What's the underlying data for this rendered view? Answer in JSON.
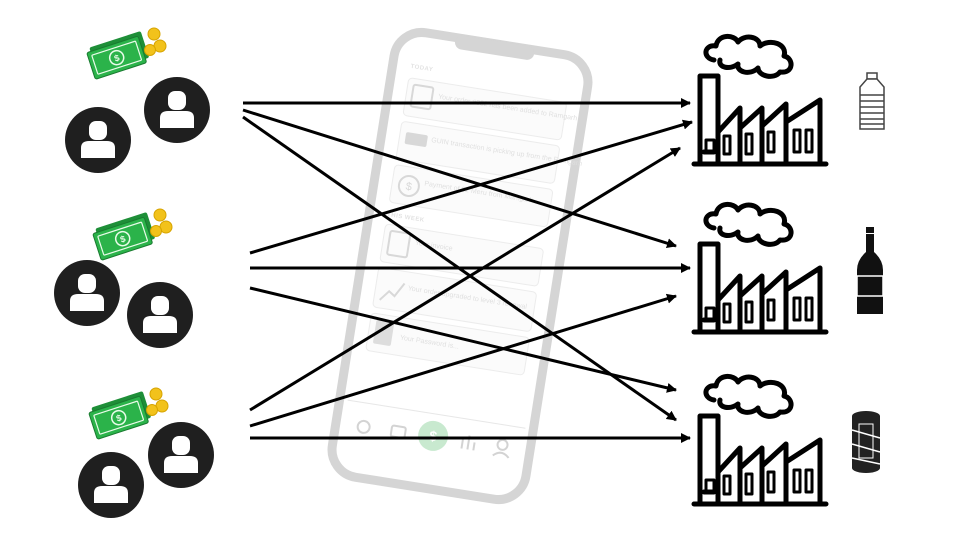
{
  "diagram": {
    "consumer_groups": [
      {
        "id": "group-1",
        "icon": "money-icon"
      },
      {
        "id": "group-2",
        "icon": "money-icon"
      },
      {
        "id": "group-3",
        "icon": "money-icon"
      }
    ],
    "factories": [
      {
        "id": "factory-1",
        "product_icon": "plastic-bottle-icon"
      },
      {
        "id": "factory-2",
        "product_icon": "glass-bottle-icon"
      },
      {
        "id": "factory-3",
        "product_icon": "can-icon"
      }
    ],
    "connections": "every consumer group connects to every factory",
    "background_phone": {
      "section_labels": [
        "TODAY",
        "THIS WEEK"
      ],
      "notifications": [
        "Your order #332 has been added to Ramgarh",
        "GUIN transaction is picking up from the Ramgarh",
        "Payment of $2 Meru from Manigarh",
        "Your invoice",
        "Your order upgraded to level 3 renewal",
        "Your Password is..."
      ],
      "nav_icons": [
        "home-icon",
        "wallet-icon",
        "dollar-button-icon",
        "chart-icon",
        "profile-icon"
      ]
    },
    "colors": {
      "arrow": "#000000",
      "avatar": "#1f1f1f",
      "money": "#2bb34a",
      "coin": "#f2c21b",
      "phone_fab": "#3cb456"
    }
  }
}
